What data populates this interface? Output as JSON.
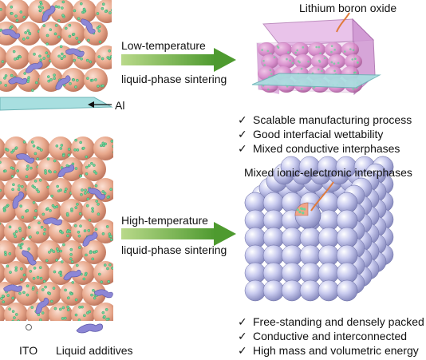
{
  "colors": {
    "particle": "#e8a88c",
    "particle_edge": "#b97058",
    "dot": "#6fd39a",
    "additive": "#8c86d6",
    "arrow": "#62a43a",
    "sphere": "#b9bbe3",
    "oxide_box": "#d79ad9",
    "pointer": "#e07b3c"
  },
  "labels": {
    "top_arrow_line1": "Low-temperature",
    "top_arrow_line2": "liquid-phase sintering",
    "bottom_arrow_line1": "High-temperature",
    "bottom_arrow_line2": "liquid-phase sintering",
    "lithium_boron_oxide": "Lithium boron oxide",
    "al_label": "Al",
    "mixed_interphases": "Mixed ionic-electronic interphases",
    "legend_ito": "ITO",
    "legend_liquid": "Liquid additives"
  },
  "top_benefits": [
    "Scalable manufacturing process",
    "Good interfacial wettability",
    "Mixed conductive interphases"
  ],
  "bottom_benefits": [
    "Free-standing and densely packed",
    "Conductive and interconnected",
    "High mass and volumetric energy"
  ],
  "check_glyph": "✓",
  "icons": {
    "arrow": "right-arrow-icon",
    "check": "check-icon",
    "ito": "ito-particle-icon",
    "liquid": "liquid-additive-icon"
  }
}
